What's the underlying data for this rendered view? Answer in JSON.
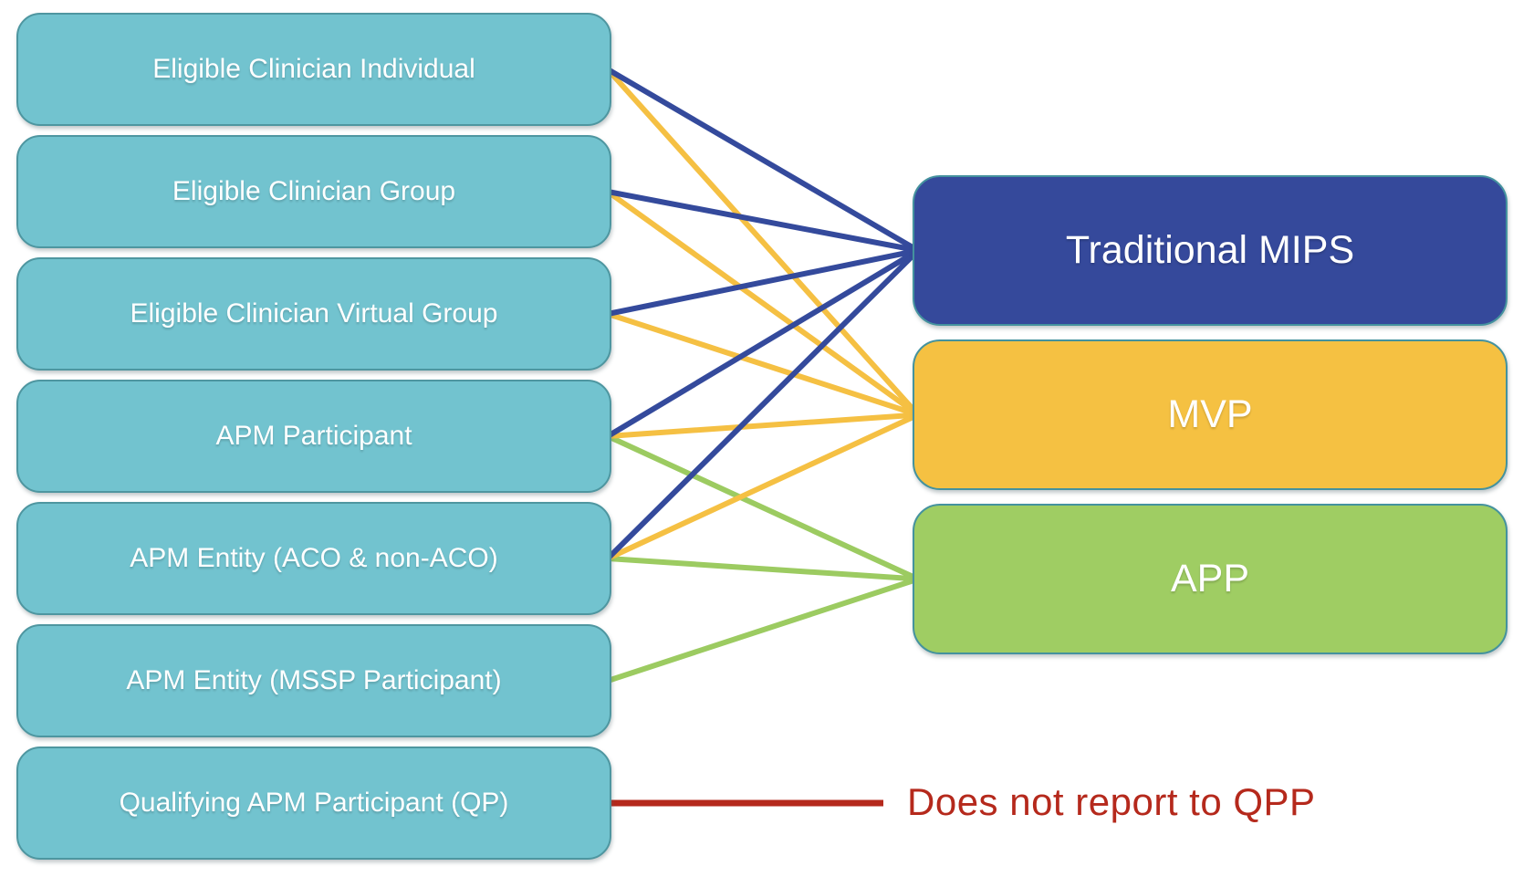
{
  "palette": {
    "left_box_fill": "#72C3CF",
    "left_box_border": "#4E96A0",
    "right_box_border": "#44929E",
    "traditional_mips_fill": "#35499B",
    "mvp_fill": "#F5C142",
    "app_fill": "#9FCD63",
    "line_blue": "#344A9C",
    "line_yellow": "#F5C043",
    "line_green": "#9CCB61",
    "line_red": "#B5291C",
    "label_text": "#FFFFFF",
    "no_report_text": "#B5291C"
  },
  "left_nodes": [
    {
      "id": "eligible-clinician-individual",
      "label": "Eligible Clinician Individual"
    },
    {
      "id": "eligible-clinician-group",
      "label": "Eligible Clinician Group"
    },
    {
      "id": "eligible-clinician-virtual-group",
      "label": "Eligible Clinician Virtual Group"
    },
    {
      "id": "apm-participant",
      "label": "APM Participant"
    },
    {
      "id": "apm-entity-aco",
      "label": "APM Entity (ACO & non-ACO)"
    },
    {
      "id": "apm-entity-mssp",
      "label": "APM Entity (MSSP Participant)"
    },
    {
      "id": "qualifying-apm-participant",
      "label": "Qualifying APM Participant (QP)"
    }
  ],
  "right_nodes": [
    {
      "id": "traditional-mips",
      "label": "Traditional MIPS",
      "fill": "#35499B"
    },
    {
      "id": "mvp",
      "label": "MVP",
      "fill": "#F5C142"
    },
    {
      "id": "app",
      "label": "APP",
      "fill": "#9FCD63"
    }
  ],
  "connections": [
    {
      "from": "apm-participant",
      "to": "app",
      "color": "#9CCB61"
    },
    {
      "from": "apm-entity-aco",
      "to": "app",
      "color": "#9CCB61"
    },
    {
      "from": "apm-entity-mssp",
      "to": "app",
      "color": "#9CCB61"
    },
    {
      "from": "eligible-clinician-individual",
      "to": "mvp",
      "color": "#F5C043"
    },
    {
      "from": "eligible-clinician-group",
      "to": "mvp",
      "color": "#F5C043"
    },
    {
      "from": "eligible-clinician-virtual-group",
      "to": "mvp",
      "color": "#F5C043"
    },
    {
      "from": "apm-participant",
      "to": "mvp",
      "color": "#F5C043"
    },
    {
      "from": "apm-entity-aco",
      "to": "mvp",
      "color": "#F5C043"
    },
    {
      "from": "eligible-clinician-individual",
      "to": "traditional-mips",
      "color": "#344A9C"
    },
    {
      "from": "eligible-clinician-group",
      "to": "traditional-mips",
      "color": "#344A9C"
    },
    {
      "from": "eligible-clinician-virtual-group",
      "to": "traditional-mips",
      "color": "#344A9C"
    },
    {
      "from": "apm-participant",
      "to": "traditional-mips",
      "color": "#344A9C"
    },
    {
      "from": "apm-entity-aco",
      "to": "traditional-mips",
      "color": "#344A9C"
    }
  ],
  "no_report": {
    "from": "qualifying-apm-participant",
    "label": "Does not report to QPP",
    "line_color": "#B5291C",
    "text_color": "#B5291C"
  }
}
